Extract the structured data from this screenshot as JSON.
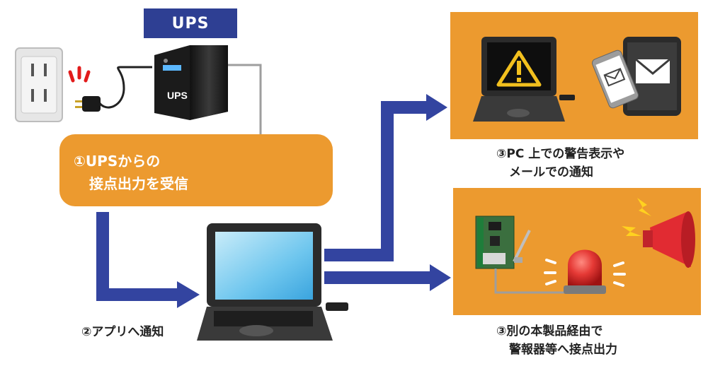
{
  "ups_label": "UPS",
  "ups_body_label": "UPS",
  "step1": {
    "line1": "①UPSからの",
    "line2": "接点出力を受信"
  },
  "step2": {
    "label": "②アプリへ通知"
  },
  "step3a": {
    "line1": "③PC 上での警告表示や",
    "line2": "メールでの通知"
  },
  "step3b": {
    "line1": "③別の本製品経由で",
    "line2": "警報器等へ接点出力"
  },
  "colors": {
    "navy": "#2e3f93",
    "arrow": "#3344a0",
    "orange": "#ec9a2f"
  }
}
